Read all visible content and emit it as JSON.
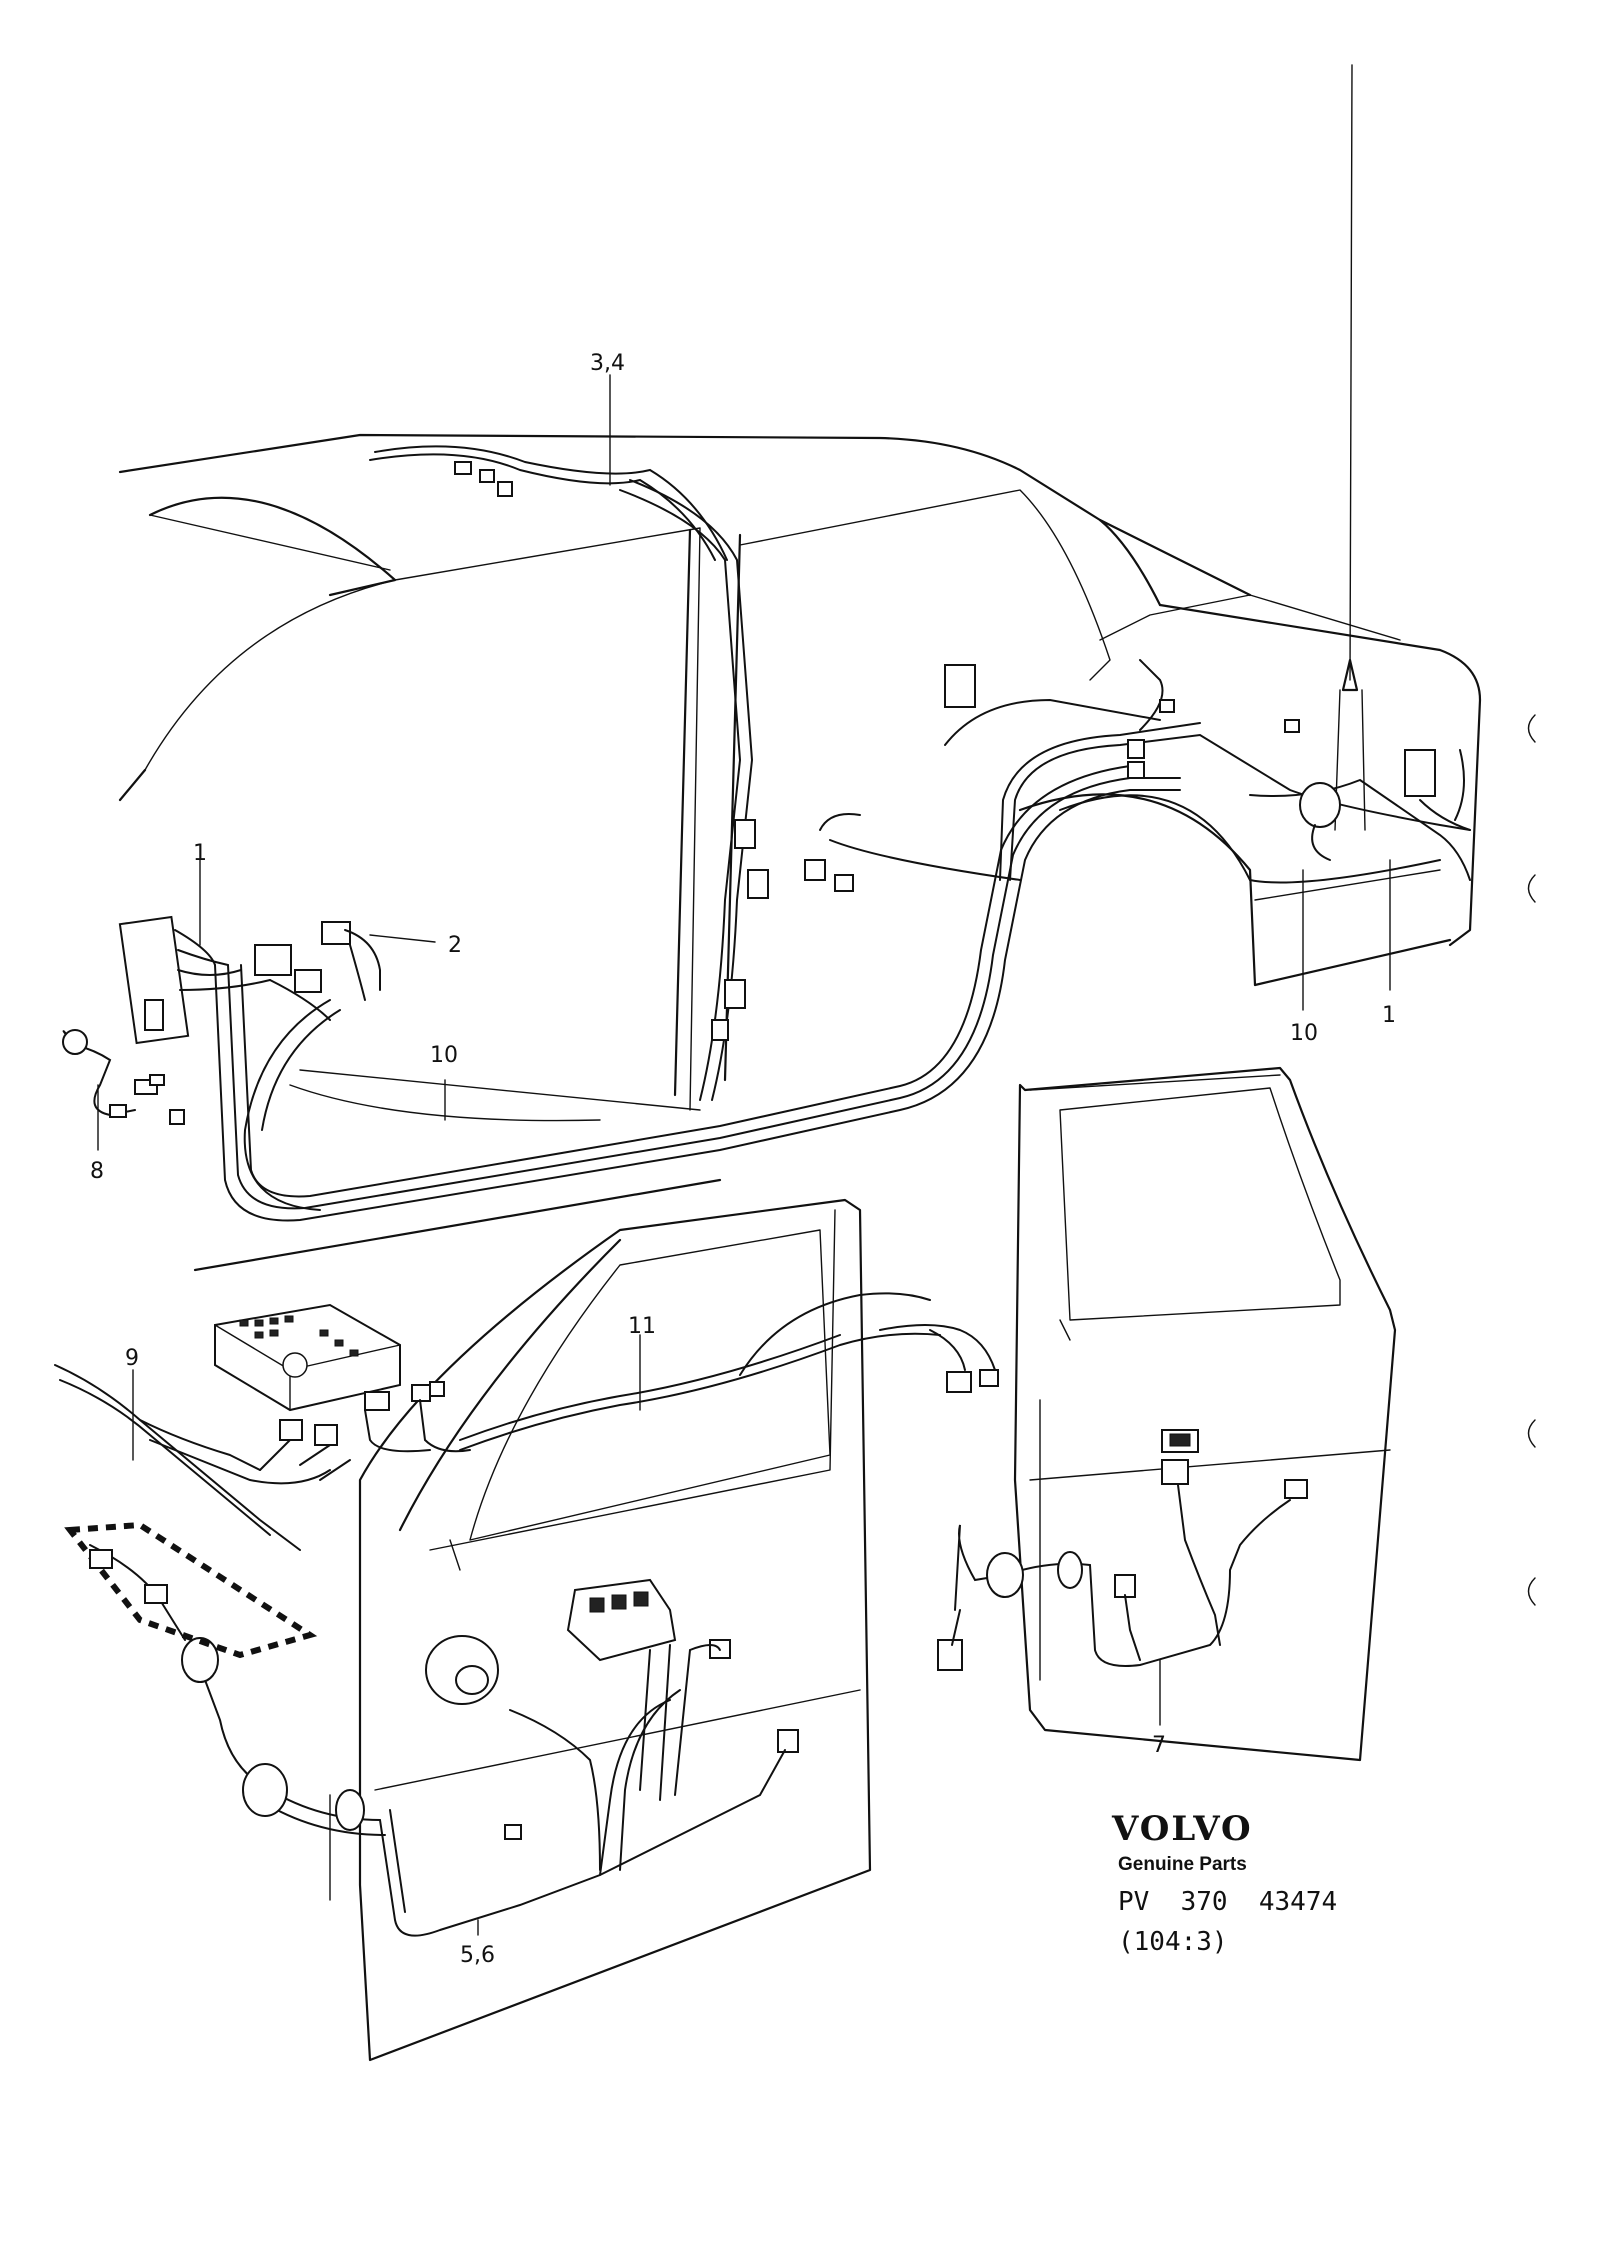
{
  "callouts": {
    "c34": "3,4",
    "c1_left": "1",
    "c2": "2",
    "c10_left": "10",
    "c8": "8",
    "c10_right": "10",
    "c1_right": "1",
    "c9": "9",
    "c11": "11",
    "c7": "7",
    "c56": "5,6"
  },
  "footer": {
    "brand": "VOLVO",
    "subtitle": "Genuine Parts",
    "part_number": "PV  370  43474",
    "ref": "(104:3)"
  }
}
